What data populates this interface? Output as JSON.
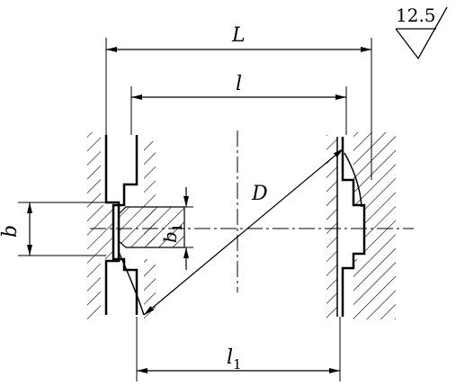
{
  "dimensions": {
    "L": "L",
    "l": "l",
    "l1": {
      "base": "l",
      "sub": "1"
    },
    "D": "D",
    "b": "b",
    "b1": {
      "base": "b",
      "sub": "1"
    }
  },
  "roughness": {
    "value": "12.5"
  }
}
